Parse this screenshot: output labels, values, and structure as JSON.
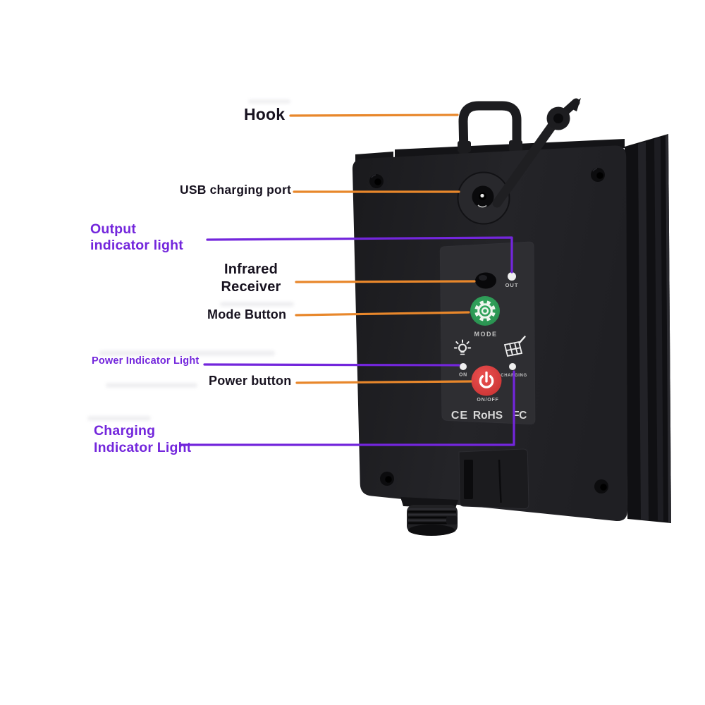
{
  "callouts": {
    "hook": {
      "label": "Hook"
    },
    "usb": {
      "label": "USB charging port"
    },
    "output": {
      "line1": "Output",
      "line2": "indicator light"
    },
    "infrared": {
      "line1": "Infrared",
      "line2": "Receiver"
    },
    "mode": {
      "label": "Mode Button"
    },
    "power_indicator": {
      "label": "Power Indicator Light"
    },
    "power_button": {
      "label": "Power button"
    },
    "charging": {
      "line1": "Charging",
      "line2": "Indicator Light"
    }
  },
  "panel": {
    "out_label": "OUT",
    "mode_label": "MODE",
    "on_label": "ON",
    "onoff_label": "ON/OFF",
    "charging_label": "CHARGING",
    "cert_ce": "CE",
    "cert_rohs": "RoHS",
    "cert_fcc": "FC"
  },
  "colors": {
    "line_orange": "#E8872B",
    "line_purple": "#7326DC",
    "label_dark": "#17121F",
    "label_purple": "#7326DC",
    "device_body": "#212125",
    "control_panel": "#2E2E32",
    "mode_button_green": "#2E9D57",
    "power_button_red": "#D83C3C",
    "led_white": "#EFEFEF",
    "panel_text_gray": "#C2C2C2",
    "cert_text_gray": "#D8D8D8",
    "background": "#FFFFFF"
  }
}
